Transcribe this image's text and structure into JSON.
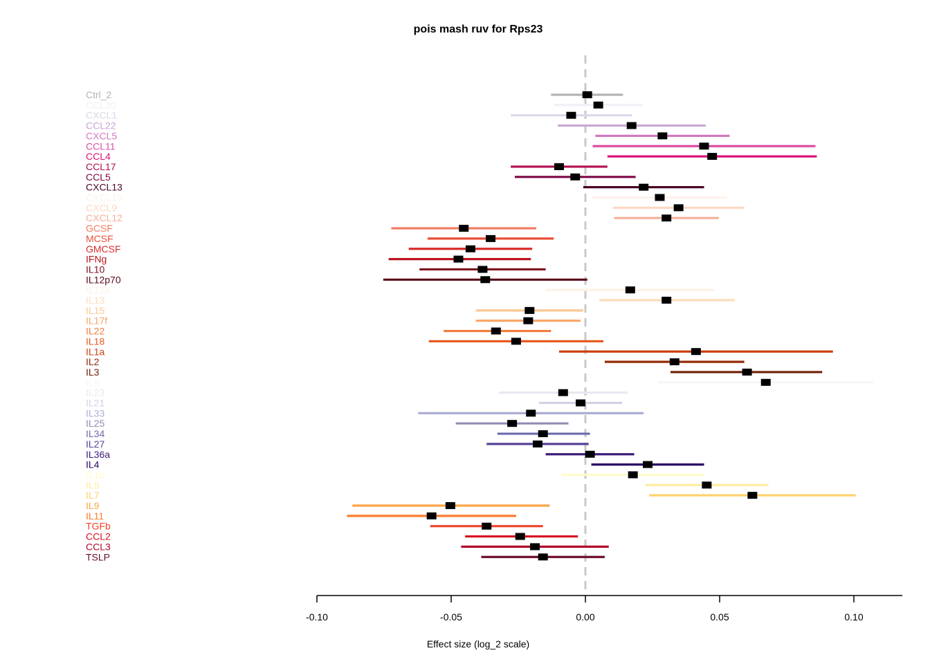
{
  "chart_data": {
    "type": "forest",
    "title": "pois mash ruv for Rps23",
    "xlabel": "Effect size (log_2 scale)",
    "xlim": [
      -0.1,
      0.12
    ],
    "xticks": [
      -0.1,
      -0.05,
      0.0,
      0.05,
      0.1
    ],
    "xtick_labels": [
      "-0.10",
      "-0.05",
      "0.00",
      "0.05",
      "0.10"
    ],
    "reference_line": 0.0,
    "groups": [
      {
        "rows": [
          {
            "name": "Ctrl_2",
            "est": 0.0007,
            "lo": -0.0128,
            "hi": 0.014,
            "color": "#B3B3B3"
          },
          {
            "name": "CCL20",
            "est": 0.0048,
            "lo": -0.0118,
            "hi": 0.0213,
            "color": "#F1EFF6"
          },
          {
            "name": "CXCL1",
            "est": -0.0053,
            "lo": -0.0278,
            "hi": 0.0173,
            "color": "#DDD7E9"
          },
          {
            "name": "CCL22",
            "est": 0.0172,
            "lo": -0.0103,
            "hi": 0.0448,
            "color": "#C7A5D2"
          },
          {
            "name": "CXCL5",
            "est": 0.0287,
            "lo": 0.0037,
            "hi": 0.0537,
            "color": "#D17AC0"
          },
          {
            "name": "CCL11",
            "est": 0.0442,
            "lo": 0.0027,
            "hi": 0.0857,
            "color": "#DB4EA3"
          },
          {
            "name": "CCL4",
            "est": 0.0472,
            "lo": 0.0082,
            "hi": 0.0862,
            "color": "#DA1278"
          },
          {
            "name": "CCL17",
            "est": -0.0098,
            "lo": -0.0278,
            "hi": 0.0082,
            "color": "#B20B50"
          },
          {
            "name": "CCL5",
            "est": -0.0038,
            "lo": -0.0263,
            "hi": 0.0187,
            "color": "#7E0645"
          },
          {
            "name": "CXCL13",
            "est": 0.0217,
            "lo": -0.0008,
            "hi": 0.0442,
            "color": "#4A0426"
          }
        ]
      },
      {
        "rows": [
          {
            "name": "CXCL10",
            "est": 0.0277,
            "lo": 0.0027,
            "hi": 0.0527,
            "color": "#FEF1EA"
          },
          {
            "name": "CXCL9",
            "est": 0.0347,
            "lo": 0.0102,
            "hi": 0.0592,
            "color": "#FDD8C5"
          },
          {
            "name": "CXCL12",
            "est": 0.0302,
            "lo": 0.0107,
            "hi": 0.0497,
            "color": "#F4B09A"
          },
          {
            "name": "GCSF",
            "est": -0.0453,
            "lo": -0.0723,
            "hi": -0.0183,
            "color": "#F27A5D"
          },
          {
            "name": "MCSF",
            "est": -0.0353,
            "lo": -0.0588,
            "hi": -0.0118,
            "color": "#EC4F37"
          },
          {
            "name": "GMCSF",
            "est": -0.0428,
            "lo": -0.0658,
            "hi": -0.0198,
            "color": "#D72C2A"
          },
          {
            "name": "IFNg",
            "est": -0.0473,
            "lo": -0.0733,
            "hi": -0.0203,
            "color": "#BB1421"
          },
          {
            "name": "IL10",
            "est": -0.0383,
            "lo": -0.0618,
            "hi": -0.0148,
            "color": "#7E101D"
          },
          {
            "name": "IL12p70",
            "est": -0.0373,
            "lo": -0.0753,
            "hi": 0.0007,
            "color": "#5A0A16"
          }
        ]
      },
      {
        "rows": [
          {
            "name": "IL12b",
            "est": 0.0167,
            "lo": -0.0148,
            "hi": 0.0482,
            "color": "#FEF2E5"
          },
          {
            "name": "IL13",
            "est": 0.0302,
            "lo": 0.0052,
            "hi": 0.0557,
            "color": "#FDDCBC"
          },
          {
            "name": "IL15",
            "est": -0.0208,
            "lo": -0.0408,
            "hi": -0.0008,
            "color": "#FDC890"
          },
          {
            "name": "IL17f",
            "est": -0.0213,
            "lo": -0.0408,
            "hi": -0.0018,
            "color": "#F8A466"
          },
          {
            "name": "IL22",
            "est": -0.0333,
            "lo": -0.0528,
            "hi": -0.0128,
            "color": "#F27C3D"
          },
          {
            "name": "IL18",
            "est": -0.0258,
            "lo": -0.0583,
            "hi": 0.0067,
            "color": "#E75A20"
          },
          {
            "name": "IL1a",
            "est": 0.0412,
            "lo": -0.0098,
            "hi": 0.0922,
            "color": "#CA400F"
          },
          {
            "name": "IL2",
            "est": 0.0332,
            "lo": 0.0072,
            "hi": 0.0592,
            "color": "#952B07"
          },
          {
            "name": "IL3",
            "est": 0.0602,
            "lo": 0.0317,
            "hi": 0.0882,
            "color": "#6E1F06"
          }
        ]
      },
      {
        "rows": [
          {
            "name": "IL6",
            "est": 0.0672,
            "lo": 0.0272,
            "hi": 0.1072,
            "color": "#F6F5FA"
          },
          {
            "name": "IL23",
            "est": -0.0083,
            "lo": -0.0323,
            "hi": 0.0157,
            "color": "#E8E8F2"
          },
          {
            "name": "IL21",
            "est": -0.0018,
            "lo": -0.0173,
            "hi": 0.0137,
            "color": "#D2D2E6"
          },
          {
            "name": "IL33",
            "est": -0.0203,
            "lo": -0.0623,
            "hi": 0.0217,
            "color": "#ABAED3"
          },
          {
            "name": "IL25",
            "est": -0.0273,
            "lo": -0.0483,
            "hi": -0.0063,
            "color": "#8F8DB3"
          },
          {
            "name": "IL34",
            "est": -0.0158,
            "lo": -0.0328,
            "hi": 0.0017,
            "color": "#6D69AC"
          },
          {
            "name": "IL27",
            "est": -0.0178,
            "lo": -0.0368,
            "hi": 0.0012,
            "color": "#574398"
          },
          {
            "name": "IL36a",
            "est": 0.0017,
            "lo": -0.0148,
            "hi": 0.0182,
            "color": "#3D1B7A"
          },
          {
            "name": "IL4",
            "est": 0.0232,
            "lo": 0.0022,
            "hi": 0.0442,
            "color": "#2A0467"
          }
        ]
      },
      {
        "rows": [
          {
            "name": "IL1b",
            "est": 0.0177,
            "lo": -0.0088,
            "hi": 0.0442,
            "color": "#FFFCC8"
          },
          {
            "name": "IL5",
            "est": 0.0452,
            "lo": 0.0222,
            "hi": 0.0682,
            "color": "#FEED9E"
          },
          {
            "name": "IL7",
            "est": 0.0622,
            "lo": 0.0237,
            "hi": 0.1007,
            "color": "#FED26E"
          },
          {
            "name": "IL9",
            "est": -0.0503,
            "lo": -0.0868,
            "hi": -0.0133,
            "color": "#FDA546"
          },
          {
            "name": "IL11",
            "est": -0.0573,
            "lo": -0.0888,
            "hi": -0.0258,
            "color": "#FA7C2D"
          },
          {
            "name": "TGFb",
            "est": -0.0368,
            "lo": -0.0578,
            "hi": -0.0158,
            "color": "#EE4329"
          },
          {
            "name": "CCL2",
            "est": -0.0243,
            "lo": -0.0448,
            "hi": -0.0028,
            "color": "#D60D20"
          },
          {
            "name": "CCL3",
            "est": -0.0188,
            "lo": -0.0463,
            "hi": 0.0087,
            "color": "#B2082E"
          },
          {
            "name": "TSLP",
            "est": -0.0158,
            "lo": -0.0388,
            "hi": 0.0072,
            "color": "#6B0C2A"
          }
        ]
      }
    ]
  }
}
